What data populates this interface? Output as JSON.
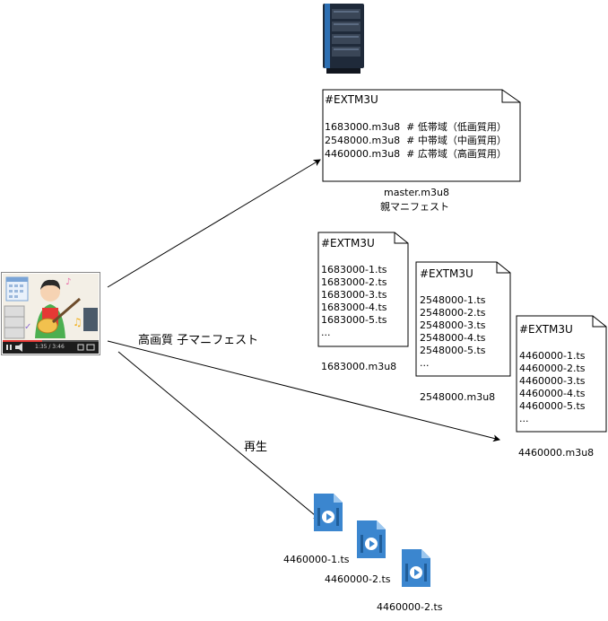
{
  "server": {
    "icon": "server-rack-icon"
  },
  "player": {
    "icon": "video-player-icon",
    "time_text": "1:35 / 3:46"
  },
  "master": {
    "header": "#EXTM3U",
    "lines": [
      "1683000.m3u8  # 低帯域（低画質用）",
      "2548000.m3u8  # 中帯域（中画質用）",
      "4460000.m3u8  # 広帯域（高画質用）"
    ],
    "caption_file": "master.m3u8",
    "caption_desc": "親マニフェスト"
  },
  "playlists": [
    {
      "header": "#EXTM3U",
      "lines": [
        "1683000-1.ts",
        "1683000-2.ts",
        "1683000-3.ts",
        "1683000-4.ts",
        "1683000-5.ts",
        "..."
      ],
      "caption": "1683000.m3u8"
    },
    {
      "header": "#EXTM3U",
      "lines": [
        "2548000-1.ts",
        "2548000-2.ts",
        "2548000-3.ts",
        "2548000-4.ts",
        "2548000-5.ts",
        "..."
      ],
      "caption": "2548000.m3u8"
    },
    {
      "header": "#EXTM3U",
      "lines": [
        "4460000-1.ts",
        "4460000-2.ts",
        "4460000-3.ts",
        "4460000-4.ts",
        "4460000-5.ts",
        "..."
      ],
      "caption": "4460000.m3u8"
    }
  ],
  "edges": {
    "child_manifest_label": "高画質 子マニフェスト",
    "play_label": "再生"
  },
  "segments": [
    {
      "caption": "4460000-1.ts",
      "icon": "video-file-icon"
    },
    {
      "caption": "4460000-2.ts",
      "icon": "video-file-icon"
    },
    {
      "caption": "4460000-2.ts",
      "icon": "video-file-icon"
    }
  ],
  "colors": {
    "file_icon_blue": "#3b86cf",
    "server_dark": "#1f2a3a",
    "server_blue": "#2d6fb3"
  }
}
